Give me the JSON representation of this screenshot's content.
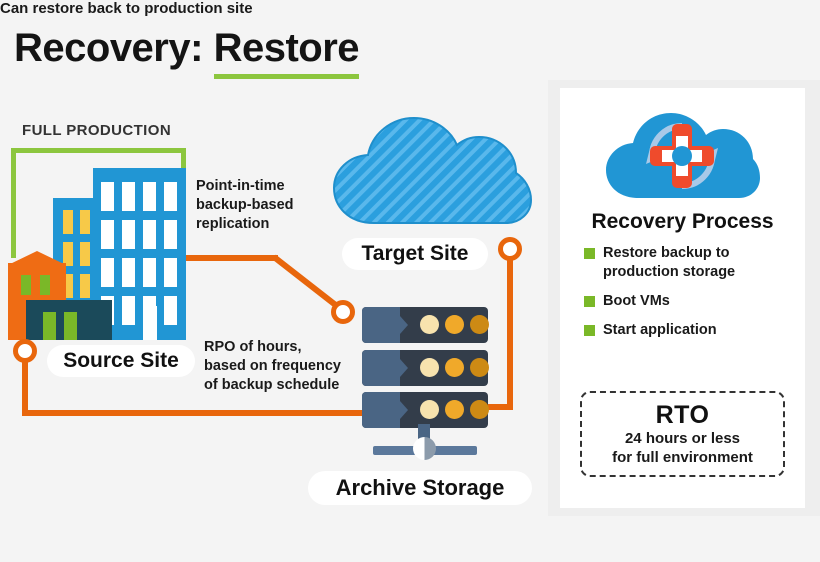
{
  "title": {
    "plain": "Recovery:",
    "underlined": "Restore",
    "underline_color": "#8cc63e"
  },
  "diagram": {
    "full_production_label": "FULL PRODUCTION",
    "source_site_label": "Source Site",
    "target_site_label": "Target Site",
    "archive_storage_label": "Archive Storage",
    "annotation_replication": "Point-in-time\nbackup-based\nreplication",
    "annotation_rpo": "RPO of hours,\nbased on frequency\nof backup schedule",
    "annotation_restore_back": "Can restore back to production site",
    "connector_color": "#e8660c",
    "bracket_color": "#8cc63e",
    "building_color": "#2196d4",
    "server_color": "#333d4a"
  },
  "panel": {
    "icon_name": "cloud-life-ring-recovery-icon",
    "title": "Recovery Process",
    "bullets": [
      "Restore backup to\nproduction storage",
      "Boot VMs",
      "Start application"
    ],
    "bullet_marker_color": "#7ab828",
    "rto": {
      "title": "RTO",
      "line1": "24 hours or less",
      "line2": "for full environment"
    }
  }
}
